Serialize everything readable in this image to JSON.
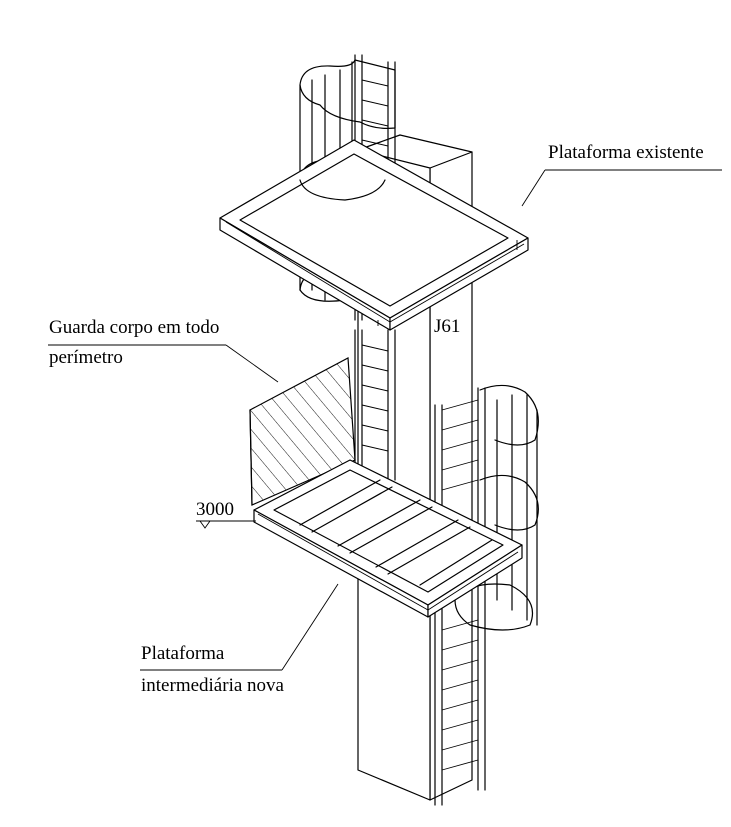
{
  "labels": {
    "existing_platform": "Plataforma existente",
    "guardrail_line1": "Guarda corpo em todo",
    "guardrail_line2": "perímetro",
    "column_id": "J61",
    "elevation": "3000",
    "new_platform_line1": "Plataforma",
    "new_platform_line2": "intermediária nova"
  },
  "colors": {
    "line": "#000000",
    "background": "#ffffff"
  }
}
